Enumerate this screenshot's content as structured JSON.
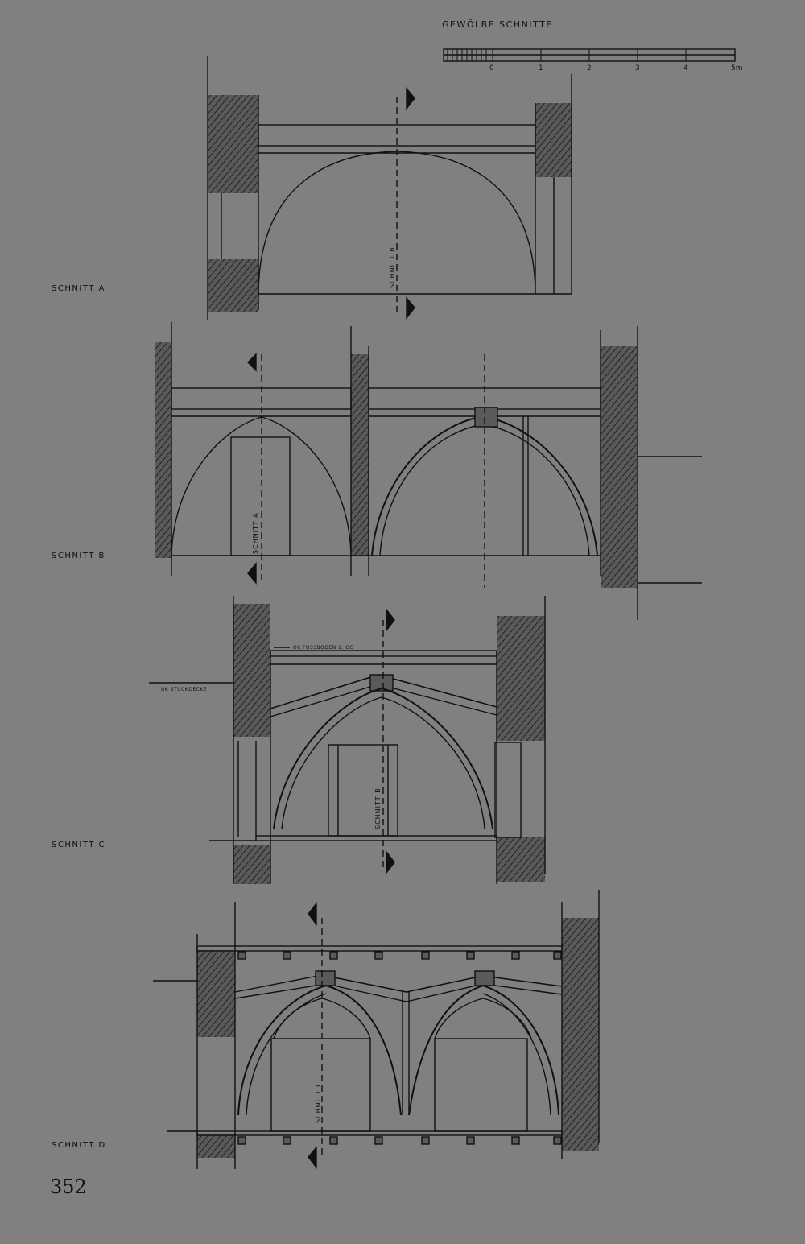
{
  "scale": {
    "title": "GEWÖLBE SCHNITTE",
    "ticks": [
      "0",
      "1",
      "2",
      "3",
      "4",
      "5m"
    ]
  },
  "sections": [
    {
      "label": "SCHNITT A",
      "cut_marker": "SCHNITT B"
    },
    {
      "label": "SCHNITT B",
      "cut_marker": "SCHNITT A"
    },
    {
      "label": "SCHNITT C",
      "cut_marker": "SCHNITT B",
      "annotations": [
        "OK FUSSBODEN 1. OG",
        "UK STUCKDECKE"
      ]
    },
    {
      "label": "SCHNITT D",
      "cut_marker": "SCHNITT C"
    }
  ],
  "page_number": "352",
  "colors": {
    "background": "#808080",
    "ink": "#111111",
    "hatch": "#2a2a2a"
  }
}
